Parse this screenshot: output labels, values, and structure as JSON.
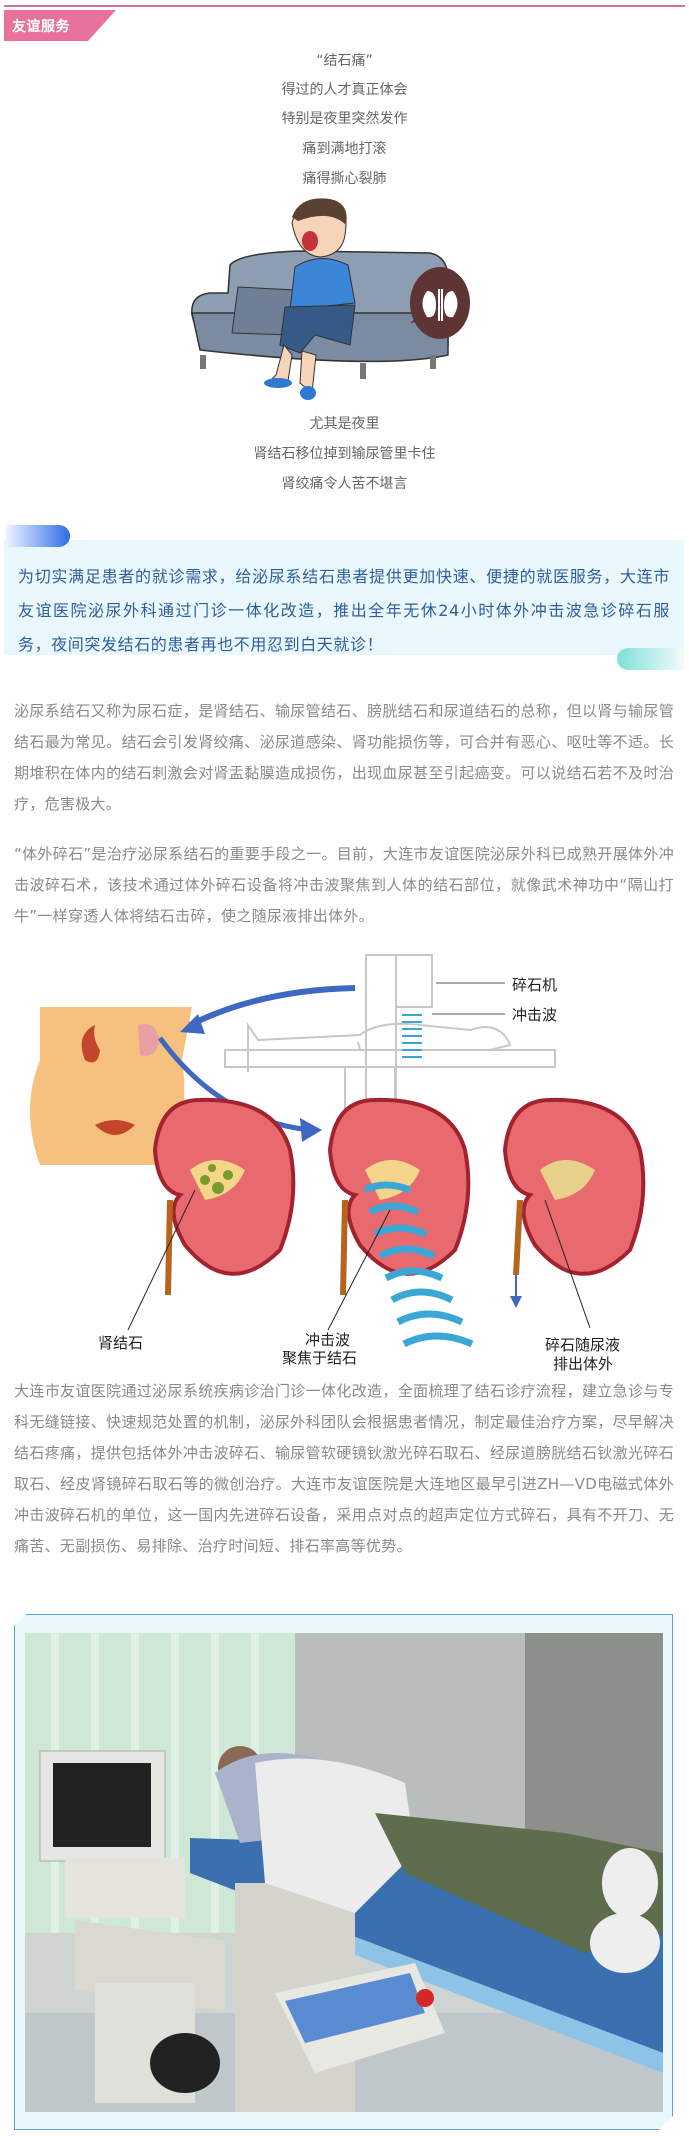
{
  "header": {
    "tag_label": "友谊服务",
    "accent_color": "#e9729c"
  },
  "poem_top": [
    "“结石痛”",
    "得过的人才真正体会",
    "特别是夜里突然发作",
    "痛到满地打滚",
    "痛得撕心裂肺"
  ],
  "poem_bottom": [
    "尤其是夜里",
    "肾结石移位掉到输尿管里卡住",
    "肾绞痛令人苦不堪言"
  ],
  "highlight_box": {
    "text": "为切实满足患者的就诊需求，给泌尿系结石患者提供更加快速、便捷的就医服务，大连市友谊医院泌尿外科通过门诊一体化改造，推出全年无休24小时体外冲击波急诊碎石服务，夜间突发结石的患者再也不用忍到白天就诊！",
    "text_color": "#2d5f9c"
  },
  "paragraphs": [
    "泌尿系结石又称为尿石症，是肾结石、输尿管结石、膀胱结石和尿道结石的总称，但以肾与输尿管结石最为常见。结石会引发肾绞痛、泌尿道感染、肾功能损伤等，可合并有恶心、呕吐等不适。长期堆积在体内的结石刺激会对肾盂黏膜造成损伤，出现血尿甚至引起癌变。可以说结石若不及时治疗，危害极大。",
    "“体外碎石”是治疗泌尿系结石的重要手段之一。目前，大连市友谊医院泌尿外科已成熟开展体外冲击波碎石术，该技术通过体外碎石设备将冲击波聚焦到人体的结石部位，就像武术神功中“隔山打牛”一样穿透人体将结石击碎，使之随尿液排出体外。",
    "大连市友谊医院通过泌尿系统疾病诊治门诊一体化改造，全面梳理了结石诊疗流程，建立急诊与专科无缝链接、快速规范处置的机制，泌尿外科团队会根据患者情况，制定最佳治疗方案，尽早解决结石疼痛，提供包括体外冲击波碎石、输尿管软硬镜钬激光碎石取石、经尿道膀胱结石钬激光碎石取石、经皮肾镜碎石取石等的微创治疗。大连市友谊医院是大连地区最早引进ZH—VD电磁式体外冲击波碎石机的单位，这一国内先进碎石设备，采用点对点的超声定位方式碎石，具有不开刀、无痛苦、无副损伤、易排除、治疗时间短、排石率高等优势。"
  ],
  "diagram": {
    "label_machine": "碎石机",
    "label_wave": "冲击波",
    "label_stone": "肾结石",
    "label_focus_1": "冲击波",
    "label_focus_2": "聚焦于结石",
    "label_exit_1": "碎石随尿液",
    "label_exit_2": "排出体外"
  }
}
